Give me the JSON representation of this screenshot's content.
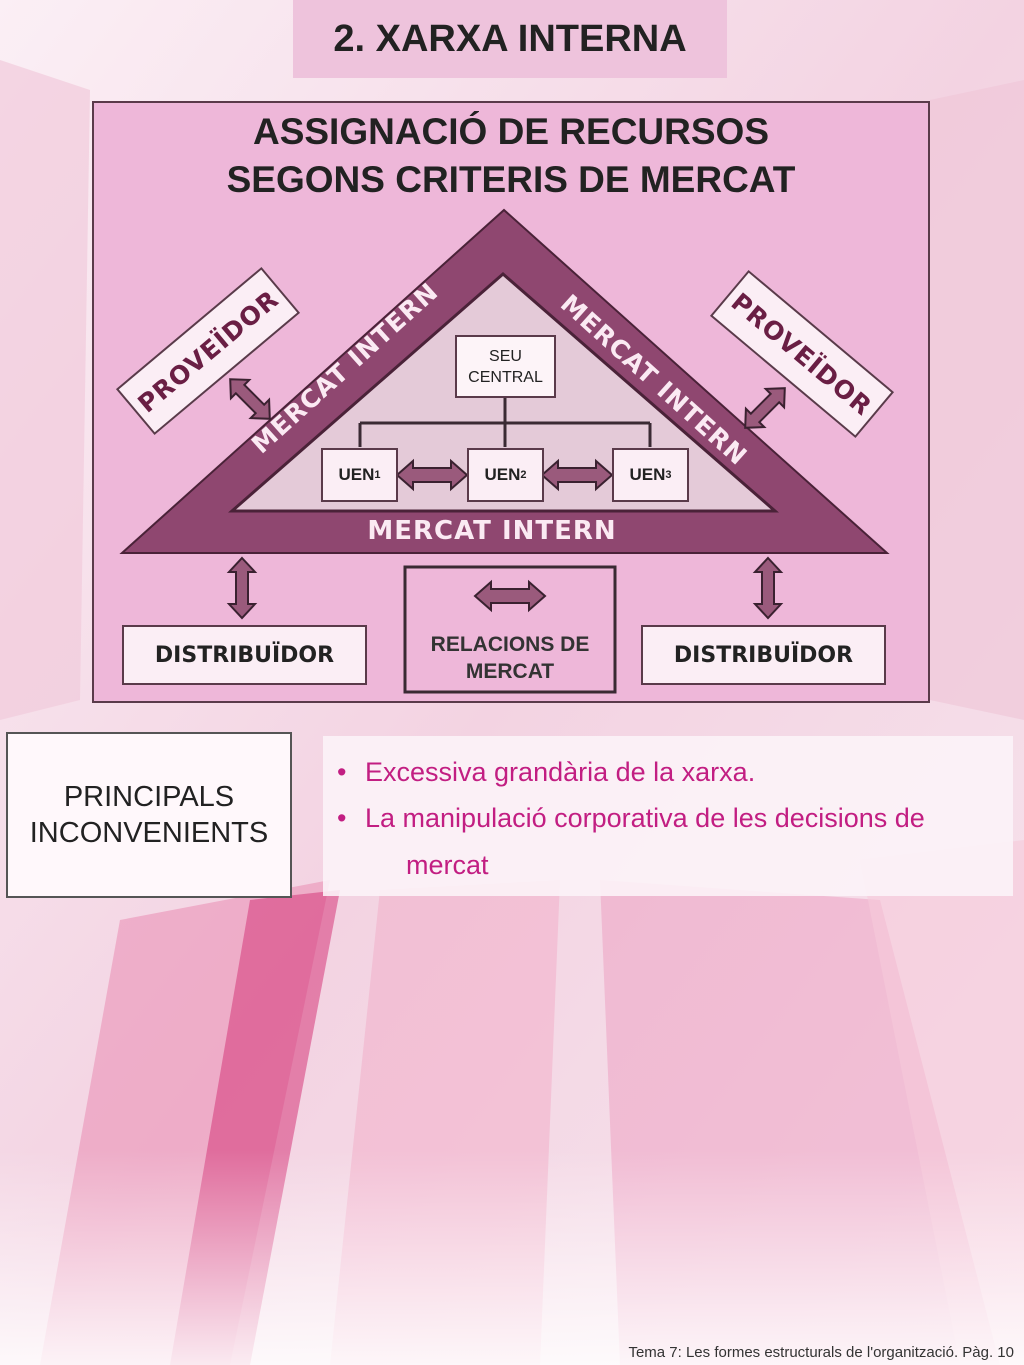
{
  "slide": {
    "title": "2. XARXA INTERNA"
  },
  "diagram": {
    "title_line1": "ASSIGNACIÓ DE RECURSOS",
    "title_line2": "SEGONS CRITERIS DE MERCAT",
    "mercat_intern_left": "MERCAT INTERN",
    "mercat_intern_right": "MERCAT INTERN",
    "mercat_intern_bottom": "MERCAT INTERN",
    "seu_central": {
      "line1": "SEU",
      "line2": "CENTRAL"
    },
    "uens": [
      {
        "base": "UEN",
        "sub": "1"
      },
      {
        "base": "UEN",
        "sub": "2"
      },
      {
        "base": "UEN",
        "sub": "3"
      }
    ],
    "proveidor_left": "PROVEÏDOR",
    "proveidor_right": "PROVEÏDOR",
    "distribuidor_left": "DISTRIBUÏDOR",
    "distribuidor_right": "DISTRIBUÏDOR",
    "relacions": {
      "line1": "RELACIONS DE",
      "line2": "MERCAT"
    }
  },
  "inconvenients": {
    "label_line1": "PRINCIPALS",
    "label_line2": "INCONVENIENTS",
    "bullets": [
      "Excessiva grandària de la xarxa.",
      "La manipulació corporativa de les decisions de",
      "mercat"
    ]
  },
  "footer": {
    "text": "Tema 7: Les formes estructurals de l'organització. Pàg. 10"
  },
  "colors": {
    "title_bg": "#eec3dc",
    "panel_bg": "#eeb7d9",
    "triangle_outer": "#8f4770",
    "triangle_inner": "#e4cad8",
    "accent_text": "#c21e82"
  }
}
